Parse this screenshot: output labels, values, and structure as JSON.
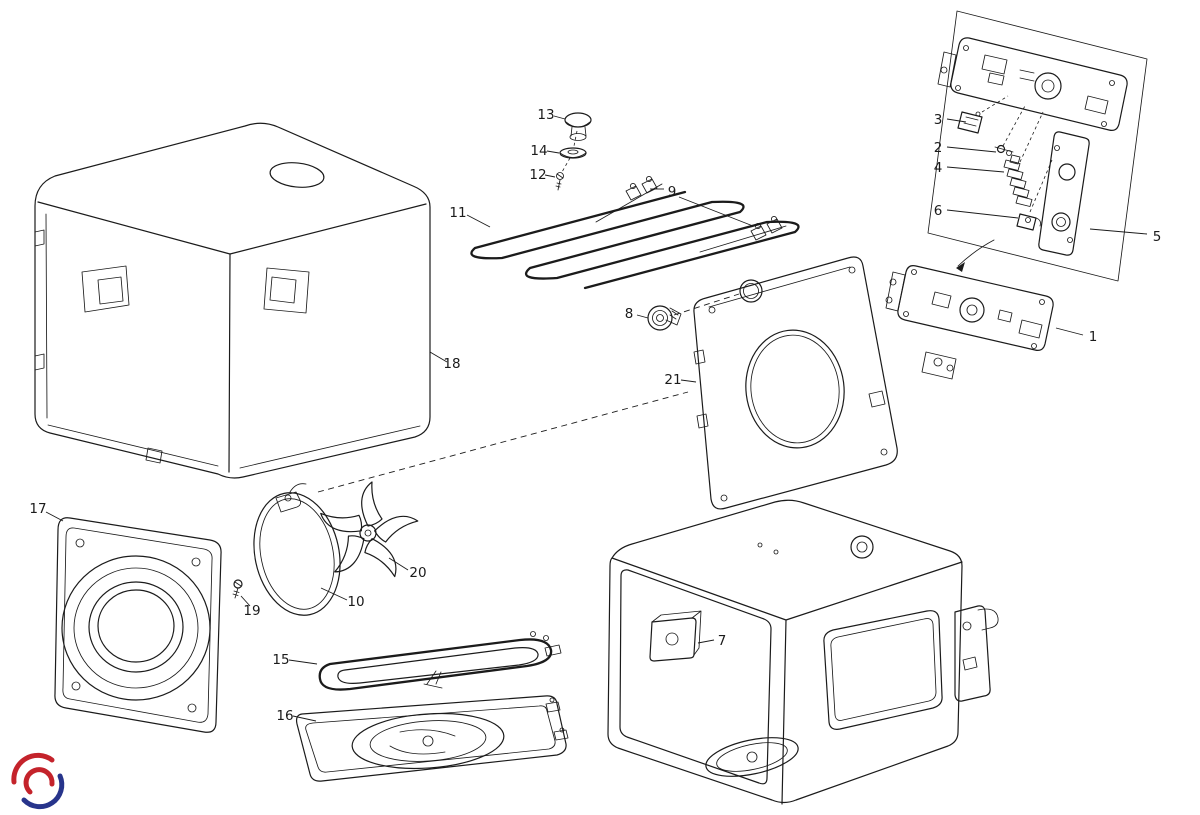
{
  "callouts": {
    "c1": "1",
    "c2": "2",
    "c3": "3",
    "c4": "4",
    "c5": "5",
    "c6": "6",
    "c7": "7",
    "c8": "8",
    "c9": "9",
    "c10": "10",
    "c11": "11",
    "c12": "12",
    "c13": "13",
    "c14": "14",
    "c15": "15",
    "c16": "16",
    "c17": "17",
    "c18": "18",
    "c19": "19",
    "c20": "20",
    "c21": "21"
  },
  "colors": {
    "line": "#1b1b1b",
    "background": "#ffffff",
    "logo_red": "#c4232b",
    "logo_blue": "#27348b"
  }
}
